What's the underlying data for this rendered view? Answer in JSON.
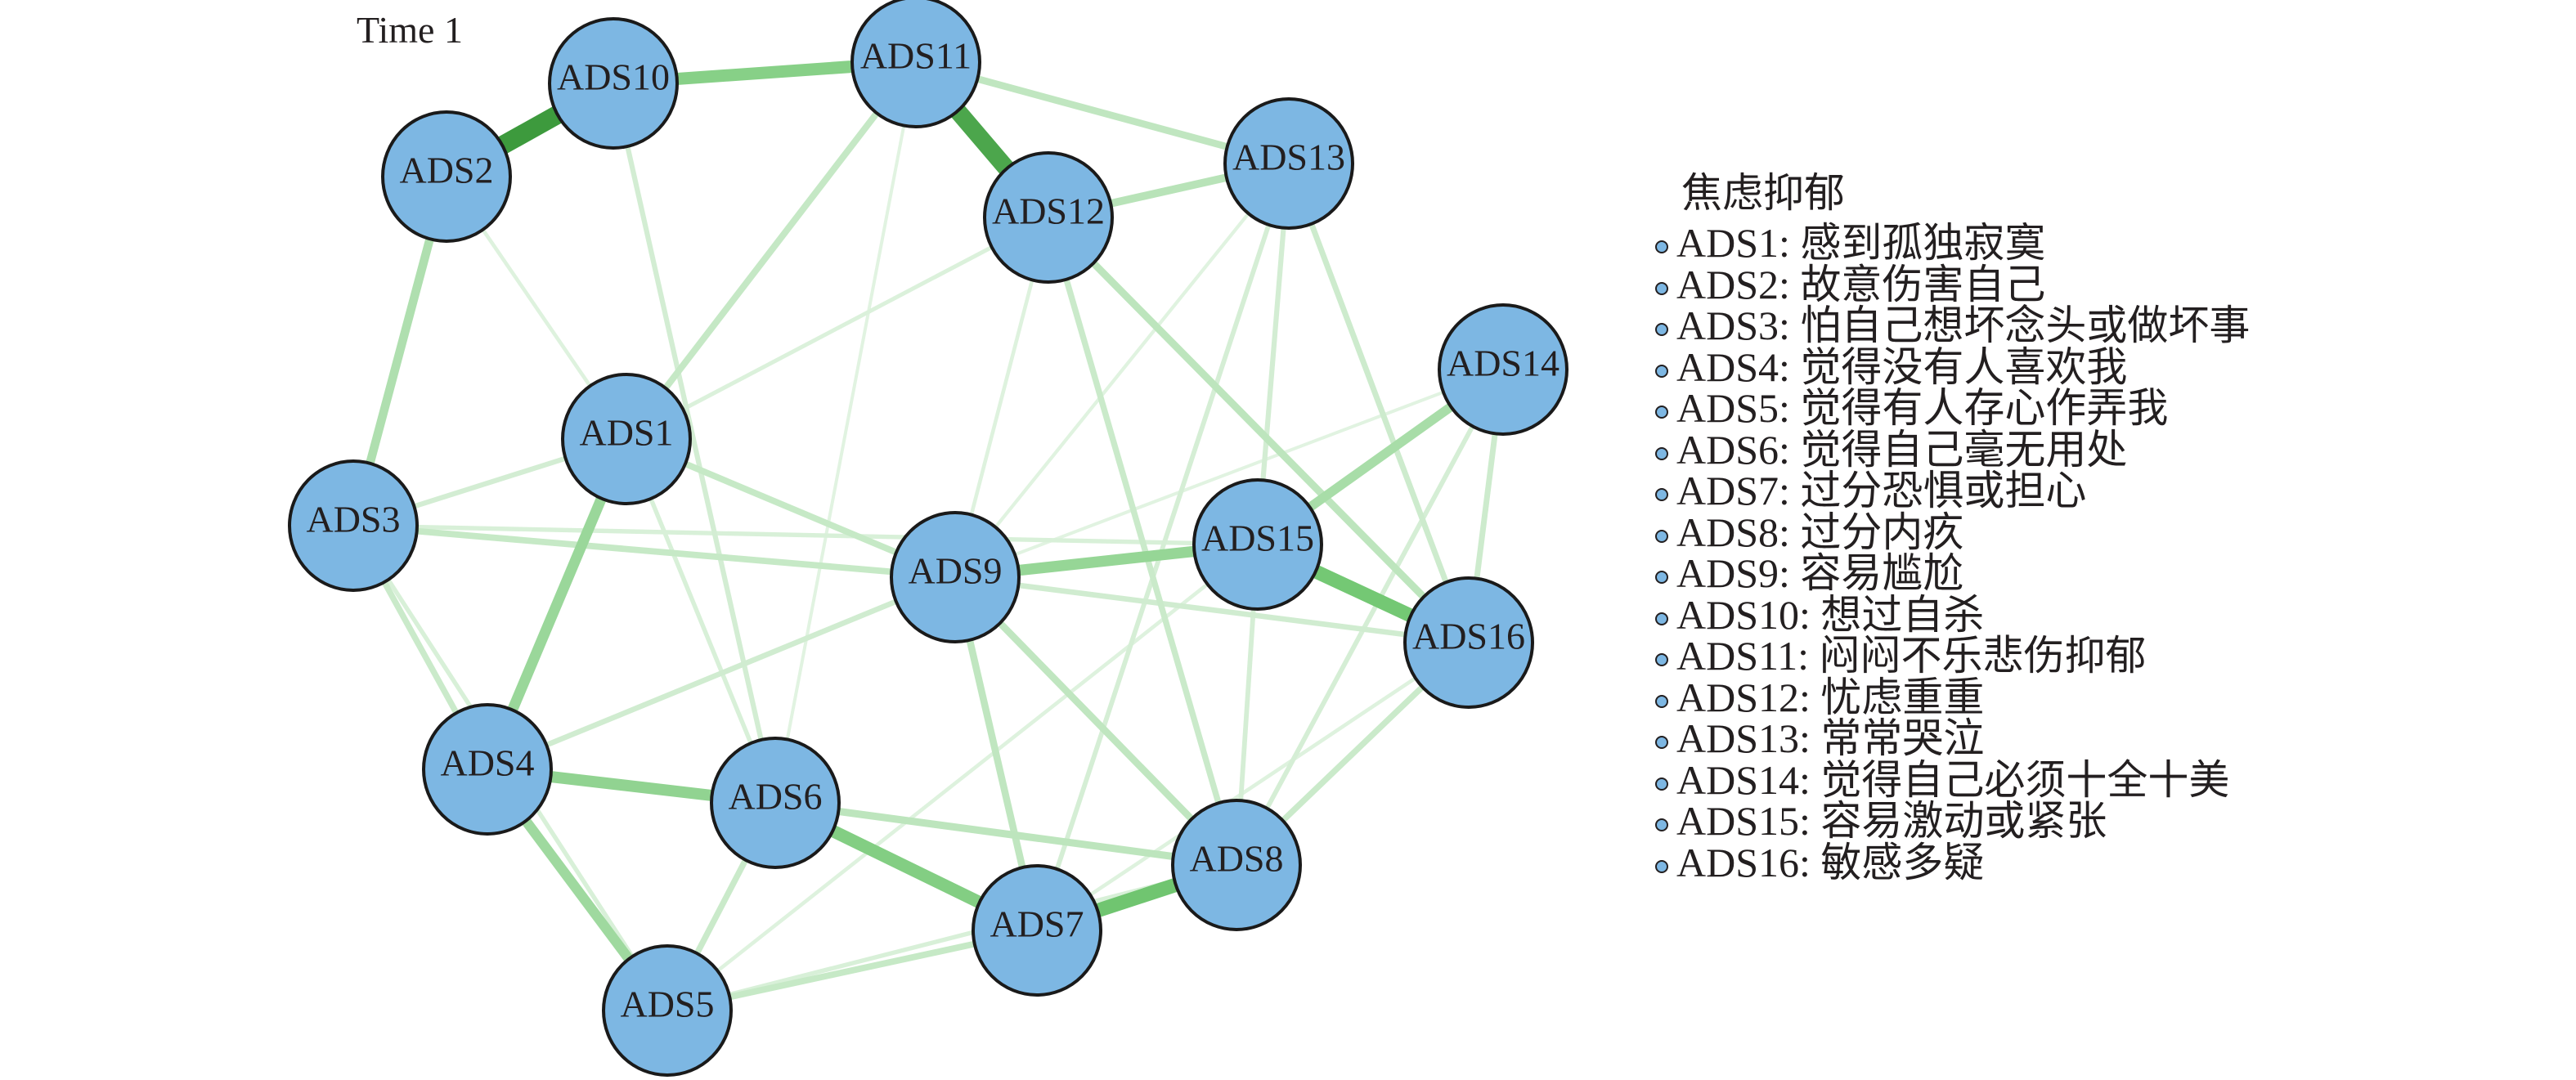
{
  "title": "Time 1",
  "legend": {
    "title": "焦虑抑郁",
    "items": [
      {
        "id": "ADS1",
        "text": "ADS1: 感到孤独寂寞"
      },
      {
        "id": "ADS2",
        "text": "ADS2: 故意伤害自己"
      },
      {
        "id": "ADS3",
        "text": "ADS3: 怕自己想坏念头或做坏事"
      },
      {
        "id": "ADS4",
        "text": "ADS4: 觉得没有人喜欢我"
      },
      {
        "id": "ADS5",
        "text": "ADS5: 觉得有人存心作弄我"
      },
      {
        "id": "ADS6",
        "text": "ADS6: 觉得自己毫无用处"
      },
      {
        "id": "ADS7",
        "text": "ADS7: 过分恐惧或担心"
      },
      {
        "id": "ADS8",
        "text": "ADS8: 过分内疚"
      },
      {
        "id": "ADS9",
        "text": "ADS9: 容易尴尬"
      },
      {
        "id": "ADS10",
        "text": "ADS10: 想过自杀"
      },
      {
        "id": "ADS11",
        "text": "ADS11: 闷闷不乐悲伤抑郁"
      },
      {
        "id": "ADS12",
        "text": "ADS12: 忧虑重重"
      },
      {
        "id": "ADS13",
        "text": "ADS13: 常常哭泣"
      },
      {
        "id": "ADS14",
        "text": "ADS14: 觉得自己必须十全十美"
      },
      {
        "id": "ADS15",
        "text": "ADS15: 容易激动或紧张"
      },
      {
        "id": "ADS16",
        "text": "ADS16: 敏感多疑"
      }
    ]
  },
  "colors": {
    "node_fill": "#7db7e3",
    "node_stroke": "#1a1a1a",
    "edge_strong": "#3d9a3d",
    "edge_weak": "#e6f5e6",
    "text": "#231f20"
  },
  "network": {
    "nodes": [
      "ADS1",
      "ADS2",
      "ADS3",
      "ADS4",
      "ADS5",
      "ADS6",
      "ADS7",
      "ADS8",
      "ADS9",
      "ADS10",
      "ADS11",
      "ADS12",
      "ADS13",
      "ADS14",
      "ADS15",
      "ADS16"
    ],
    "edges": [
      {
        "from": "ADS2",
        "to": "ADS10",
        "weight": 1.0
      },
      {
        "from": "ADS11",
        "to": "ADS12",
        "weight": 0.92
      },
      {
        "from": "ADS10",
        "to": "ADS11",
        "weight": 0.6
      },
      {
        "from": "ADS15",
        "to": "ADS16",
        "weight": 0.7
      },
      {
        "from": "ADS7",
        "to": "ADS8",
        "weight": 0.72
      },
      {
        "from": "ADS6",
        "to": "ADS7",
        "weight": 0.62
      },
      {
        "from": "ADS4",
        "to": "ADS6",
        "weight": 0.55
      },
      {
        "from": "ADS9",
        "to": "ADS15",
        "weight": 0.52
      },
      {
        "from": "ADS1",
        "to": "ADS4",
        "weight": 0.5
      },
      {
        "from": "ADS4",
        "to": "ADS5",
        "weight": 0.47
      },
      {
        "from": "ADS14",
        "to": "ADS15",
        "weight": 0.42
      },
      {
        "from": "ADS2",
        "to": "ADS3",
        "weight": 0.38
      },
      {
        "from": "ADS12",
        "to": "ADS13",
        "weight": 0.33
      },
      {
        "from": "ADS12",
        "to": "ADS16",
        "weight": 0.3
      },
      {
        "from": "ADS11",
        "to": "ADS13",
        "weight": 0.28
      },
      {
        "from": "ADS6",
        "to": "ADS8",
        "weight": 0.3
      },
      {
        "from": "ADS9",
        "to": "ADS8",
        "weight": 0.28
      },
      {
        "from": "ADS9",
        "to": "ADS7",
        "weight": 0.28
      },
      {
        "from": "ADS11",
        "to": "ADS1",
        "weight": 0.25
      },
      {
        "from": "ADS3",
        "to": "ADS9",
        "weight": 0.24
      },
      {
        "from": "ADS1",
        "to": "ADS9",
        "weight": 0.24
      },
      {
        "from": "ADS5",
        "to": "ADS7",
        "weight": 0.24
      },
      {
        "from": "ADS3",
        "to": "ADS4",
        "weight": 0.22
      },
      {
        "from": "ADS6",
        "to": "ADS5",
        "weight": 0.22
      },
      {
        "from": "ADS12",
        "to": "ADS8",
        "weight": 0.22
      },
      {
        "from": "ADS16",
        "to": "ADS8",
        "weight": 0.22
      },
      {
        "from": "ADS13",
        "to": "ADS16",
        "weight": 0.2
      },
      {
        "from": "ADS14",
        "to": "ADS16",
        "weight": 0.2
      },
      {
        "from": "ADS9",
        "to": "ADS16",
        "weight": 0.18
      },
      {
        "from": "ADS4",
        "to": "ADS9",
        "weight": 0.18
      },
      {
        "from": "ADS1",
        "to": "ADS3",
        "weight": 0.16
      },
      {
        "from": "ADS10",
        "to": "ADS6",
        "weight": 0.16
      },
      {
        "from": "ADS13",
        "to": "ADS15",
        "weight": 0.16
      },
      {
        "from": "ADS13",
        "to": "ADS7",
        "weight": 0.14
      },
      {
        "from": "ADS15",
        "to": "ADS8",
        "weight": 0.14
      },
      {
        "from": "ADS14",
        "to": "ADS8",
        "weight": 0.14
      },
      {
        "from": "ADS3",
        "to": "ADS15",
        "weight": 0.12
      },
      {
        "from": "ADS3",
        "to": "ADS5",
        "weight": 0.12
      },
      {
        "from": "ADS1",
        "to": "ADS6",
        "weight": 0.12
      },
      {
        "from": "ADS5",
        "to": "ADS8",
        "weight": 0.12
      },
      {
        "from": "ADS1",
        "to": "ADS12",
        "weight": 0.1
      },
      {
        "from": "ADS2",
        "to": "ADS1",
        "weight": 0.08
      },
      {
        "from": "ADS12",
        "to": "ADS9",
        "weight": 0.08
      },
      {
        "from": "ADS13",
        "to": "ADS9",
        "weight": 0.06
      },
      {
        "from": "ADS15",
        "to": "ADS5",
        "weight": 0.08
      },
      {
        "from": "ADS16",
        "to": "ADS7",
        "weight": 0.08
      },
      {
        "from": "ADS11",
        "to": "ADS6",
        "weight": 0.05
      },
      {
        "from": "ADS14",
        "to": "ADS9",
        "weight": 0.05
      }
    ]
  }
}
